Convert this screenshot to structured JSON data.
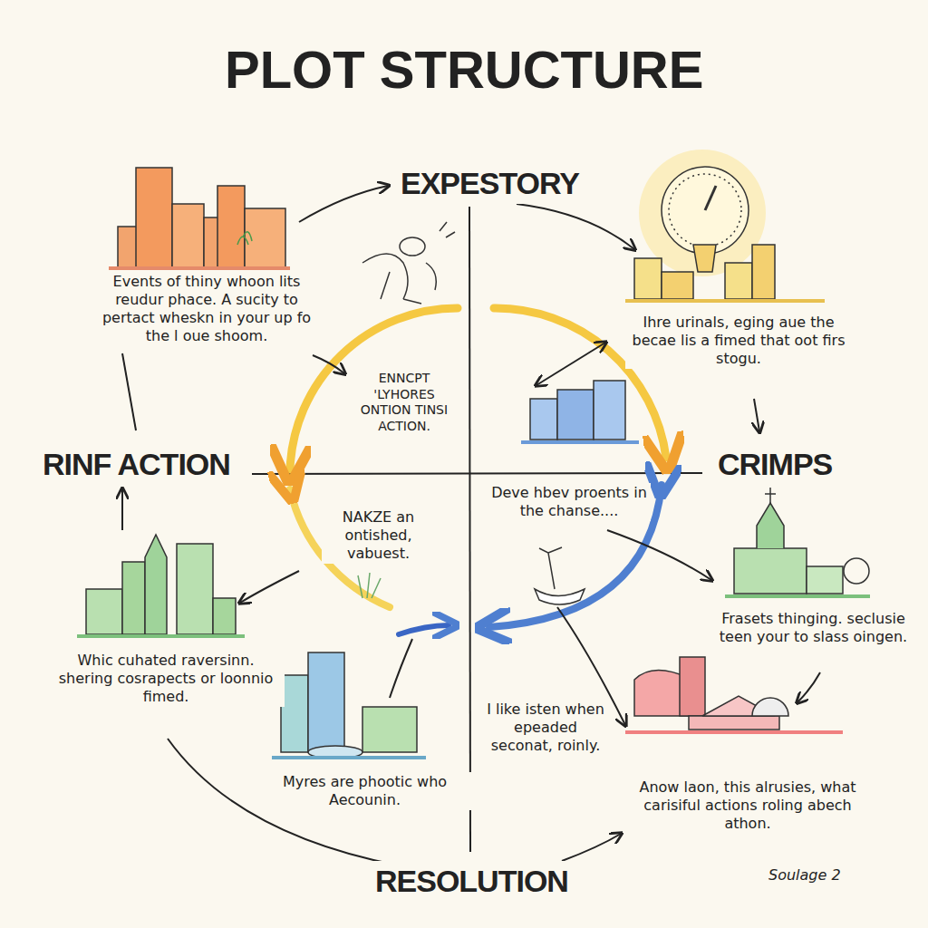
{
  "diagram": {
    "title": "PLOT STRUCTURE",
    "labels": [
      "EXPESTORY",
      "RINF ACTION",
      "CRIMPS",
      "RESOLUTION",
      "Events of thiny whoon lits reudur phace. A sucity to pertact wheskn in your up fo the l oue shoom.",
      "ENNCPT 'LYHORES ONTION TINSI ACTION.",
      "Ihre urinals, eging aue the becae lis a fimed that oot firs stogu.",
      "NAKZE an ontished, vabuest.",
      "Deve hbev proents in the chanse....",
      "Frasets thinging. seclusie teen your to slass oingen.",
      "Whic cuhated raversinn. shering cosrapects or loonnio fimed.",
      "Myres are phootic who Aecounin.",
      "I like isten when epeaded seconat, roinly.",
      "Anow laon, this alrusies, what carisiful actions roling abech athon.",
      "Soulage 2"
    ]
  }
}
